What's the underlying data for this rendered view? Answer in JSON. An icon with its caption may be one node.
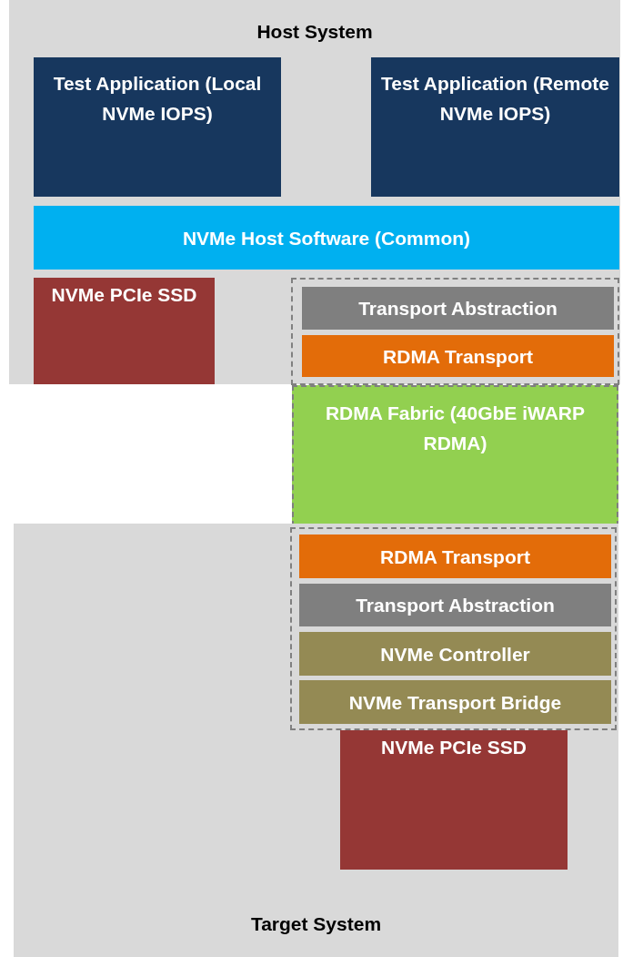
{
  "diagram": {
    "nodes": [
      {
        "text": [
          "Host System"
        ]
      },
      {
        "text": [
          "Test Application (Local NVMe IOPS)"
        ],
        "in": 0
      },
      {
        "text": [
          "Test Application (Remote NVMe IOPS)"
        ],
        "in": 0
      },
      {
        "text": [
          "NVMe Host Software (Common)"
        ],
        "in": 0
      },
      {
        "text": [
          "NVMe PCIe SSD"
        ],
        "in": 0
      },
      {
        "text": [],
        "shape": "box",
        "in": 0
      },
      {
        "text": [
          "Transport Abstraction"
        ],
        "in": 5
      },
      {
        "text": [
          "RDMA Transport"
        ],
        "in": 5
      },
      {
        "text": [
          "RDMA Fabric (40GbE iWARP RDMA)"
        ]
      },
      {
        "text": [
          "Target System"
        ]
      },
      {
        "text": [],
        "shape": "box",
        "in": 9
      },
      {
        "text": [
          "RDMA Transport"
        ],
        "in": 10
      },
      {
        "text": [
          "Transport Abstraction"
        ],
        "in": 10
      },
      {
        "text": [
          "NVMe Controller"
        ],
        "in": 10
      },
      {
        "text": [
          "NVMe Transport Bridge"
        ],
        "in": 10
      },
      {
        "text": [
          "NVMe PCIe SSD"
        ],
        "in": 9
      }
    ],
    "edges": []
  }
}
